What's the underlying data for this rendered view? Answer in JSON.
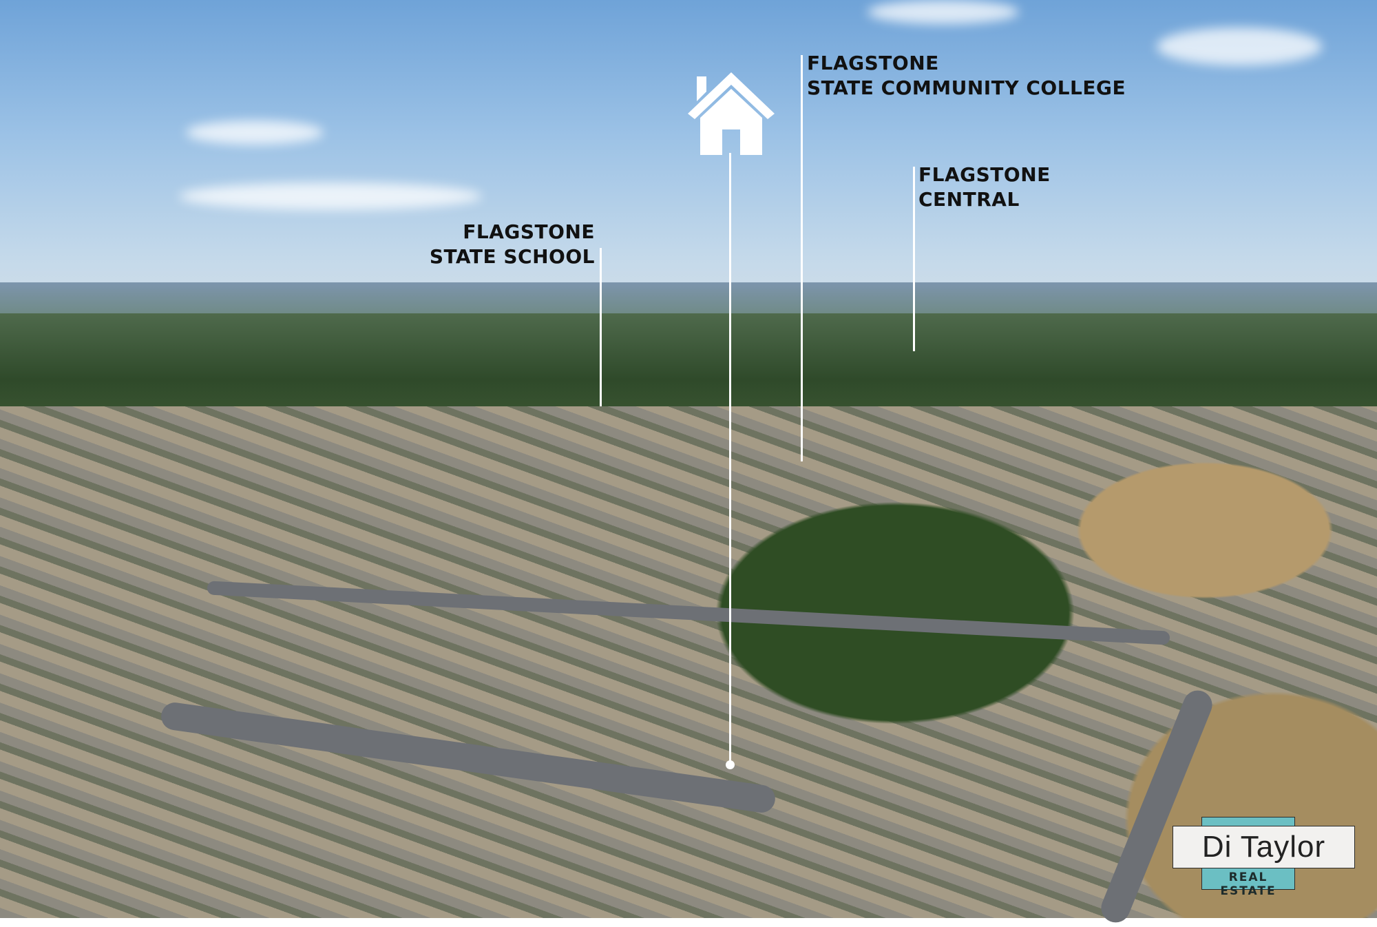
{
  "labels": {
    "school": [
      "FLAGSTONE",
      "STATE SCHOOL"
    ],
    "college": [
      "FLAGSTONE",
      "STATE COMMUNITY COLLEGE"
    ],
    "central": [
      "FLAGSTONE",
      "CENTRAL"
    ]
  },
  "logo": {
    "name": "Di Taylor",
    "subtitle": "REAL ESTATE",
    "accent": "#6bbfc3"
  },
  "icons": {
    "property_marker": "house-icon"
  }
}
